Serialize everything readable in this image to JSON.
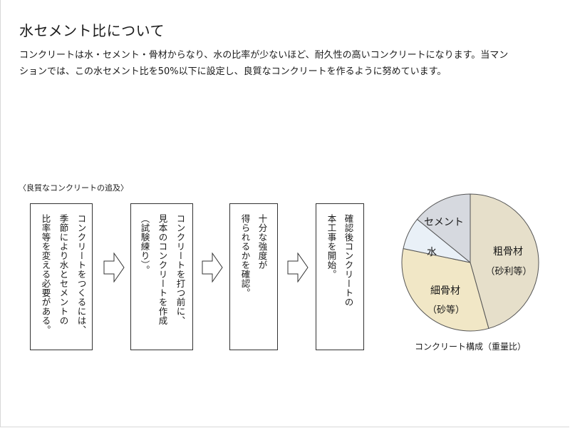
{
  "title": "水セメント比について",
  "intro": {
    "line1": "コンクリートは水・セメント・骨材からなり、水の比率が少ないほど、耐久性の高いコンクリートになります。当マン",
    "line2": "ションでは、この水セメント比を50%以下に設定し、良質なコンクリートを作るように努めています。"
  },
  "section_label": "〈良質なコンクリートの追及〉",
  "steps": [
    {
      "lines": [
        "コンクリートをつくるには、",
        "季節により水とセメントの",
        "比率等を変える必要がある。"
      ]
    },
    {
      "lines": [
        "コンクリートを打つ前に、",
        "見本のコンクリートを作成",
        "（試験練り）。"
      ]
    },
    {
      "lines": [
        "十分な強度が",
        "得られるかを確認。"
      ]
    },
    {
      "lines": [
        "確認後コンクリートの",
        "本工事を開始。"
      ]
    }
  ],
  "pie": {
    "caption": "コンクリート構成（重量比）",
    "slices": [
      {
        "name": "粗骨材",
        "sub": "（砂利等）",
        "percent": 42,
        "color": "#e6dfca"
      },
      {
        "name": "細骨材",
        "sub": "（砂等）",
        "percent": 30,
        "color": "#f1e7c6"
      },
      {
        "name": "水",
        "sub": "",
        "percent": 7,
        "color": "#e9f0f7"
      },
      {
        "name": "セメント",
        "sub": "",
        "percent": 13,
        "color": "#d6d9df"
      }
    ]
  },
  "colors": {
    "border": "#333333",
    "pie_stroke": "#555555"
  }
}
